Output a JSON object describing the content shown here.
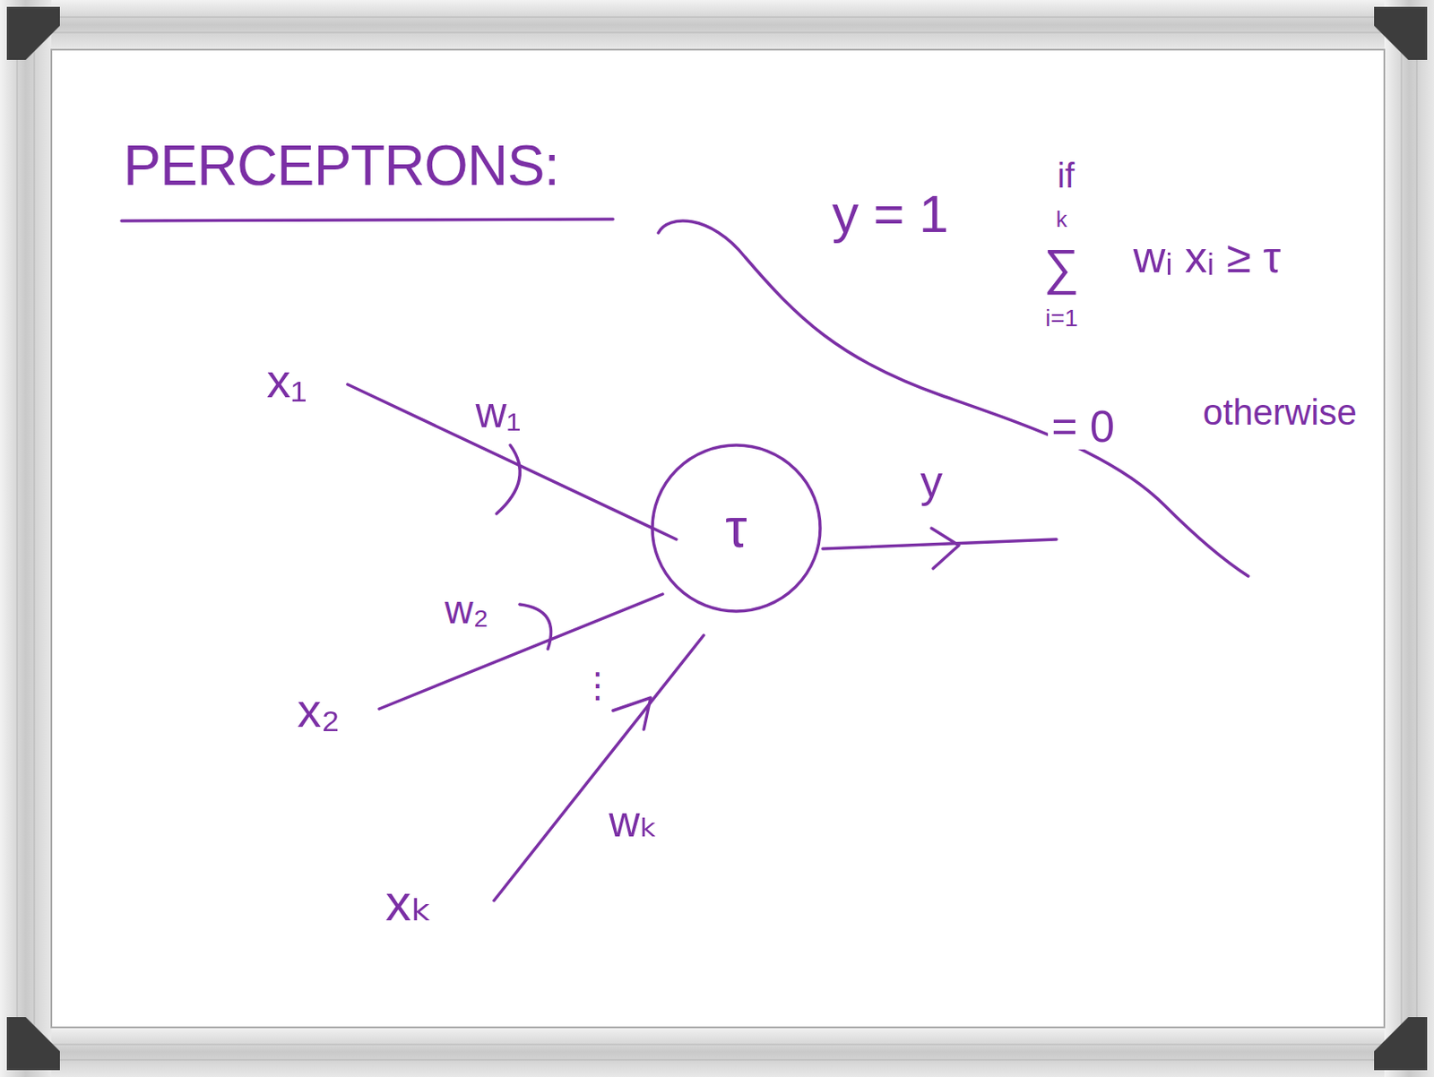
{
  "diagram": {
    "title": "PERCEPTRONS:",
    "nodes": [
      {
        "text": [
          "τ"
        ]
      }
    ],
    "labels": [
      "y = 1",
      "if",
      "k",
      "∑",
      "wᵢ xᵢ ≥ τ",
      "i=1",
      "= 0",
      "otherwise",
      "x₁",
      "w₁",
      "x₂",
      "w₂",
      "⋮",
      "xₖ",
      "wₖ",
      "y"
    ]
  }
}
